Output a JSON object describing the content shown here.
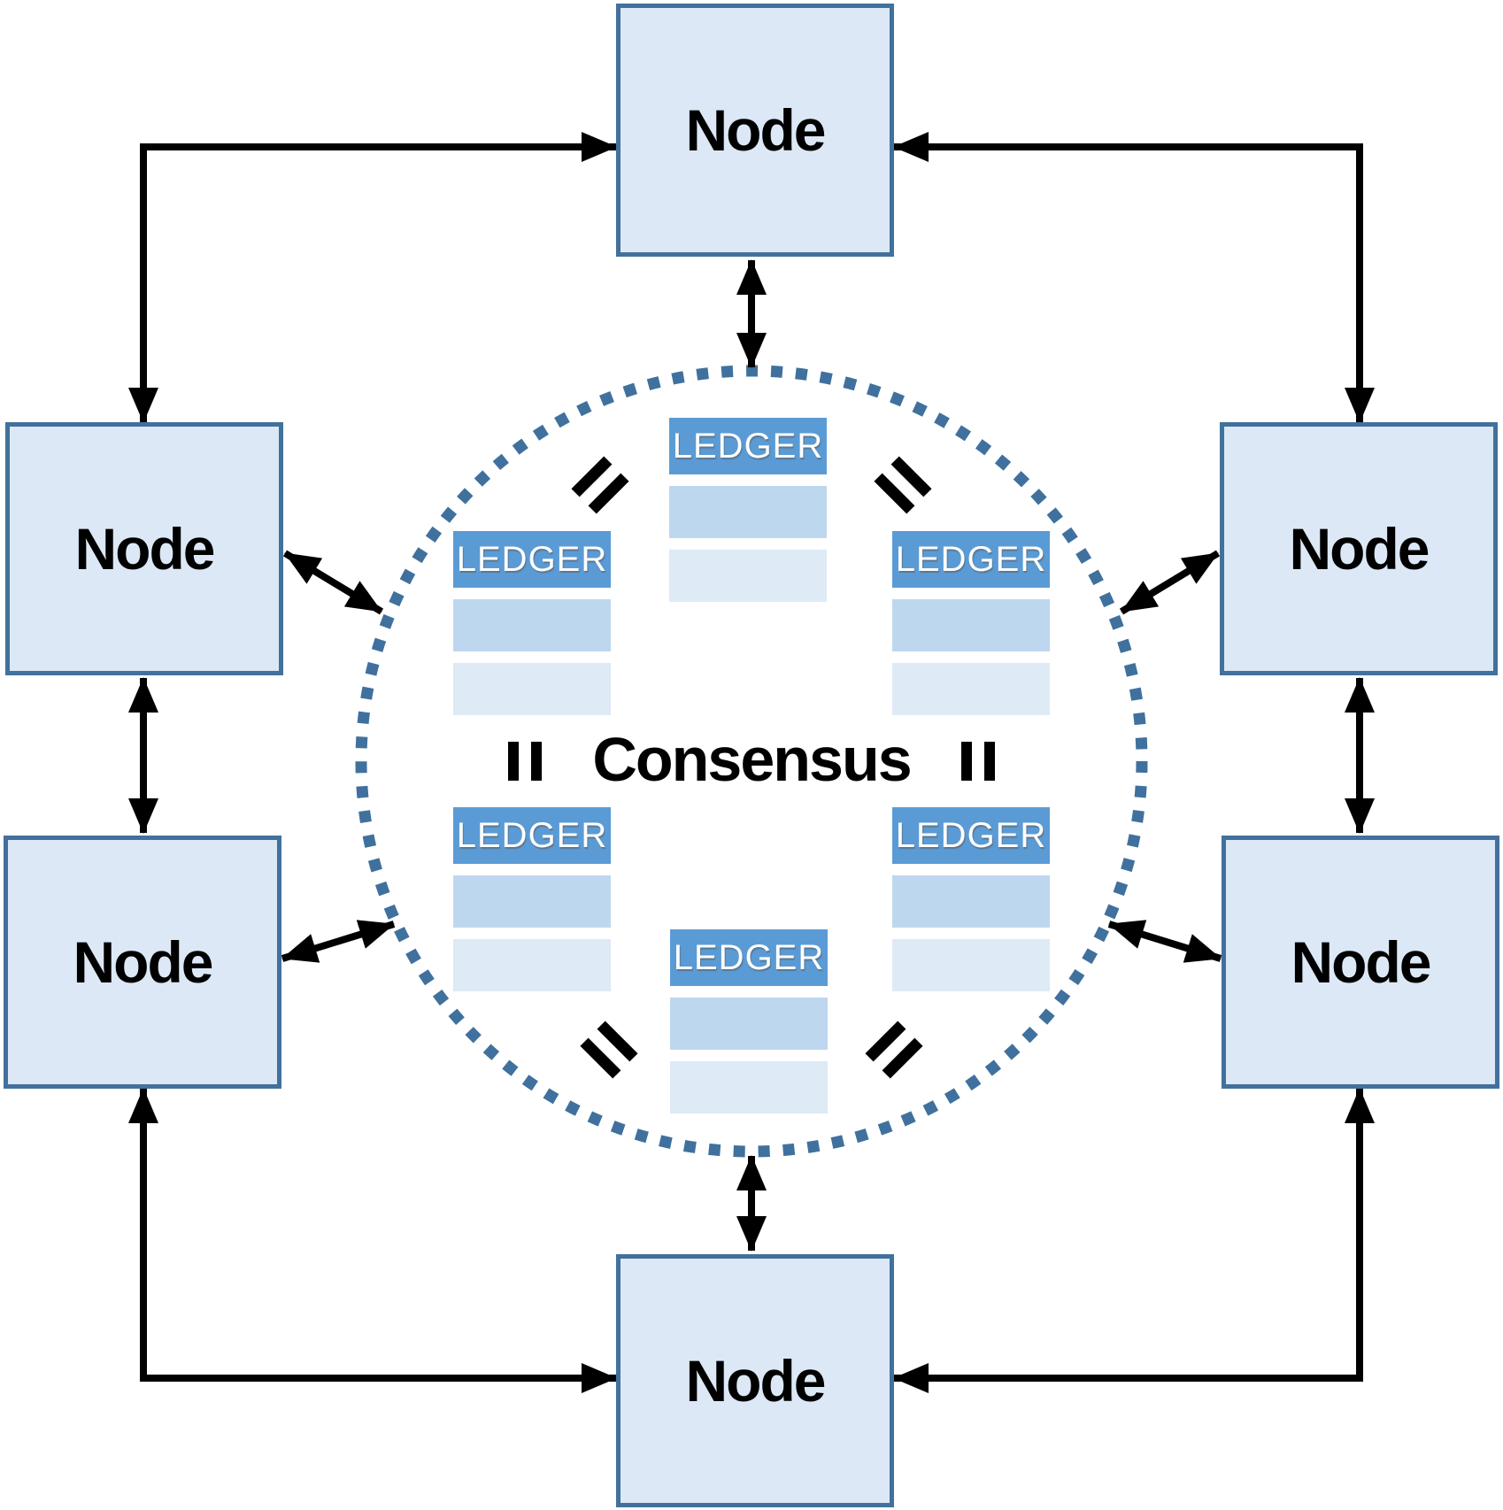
{
  "diagram": {
    "type": "blockchain-consensus-network",
    "background": "#ffffff"
  },
  "nodes": [
    {
      "position": "top",
      "label": "Node"
    },
    {
      "position": "upper-left",
      "label": "Node"
    },
    {
      "position": "upper-right",
      "label": "Node"
    },
    {
      "position": "lower-left",
      "label": "Node"
    },
    {
      "position": "lower-right",
      "label": "Node"
    },
    {
      "position": "bottom",
      "label": "Node"
    }
  ],
  "ledgers": [
    {
      "position": "top",
      "title": "LEDGER",
      "rows": [
        "",
        ""
      ]
    },
    {
      "position": "upper-left",
      "title": "LEDGER",
      "rows": [
        "",
        ""
      ]
    },
    {
      "position": "upper-right",
      "title": "LEDGER",
      "rows": [
        "",
        ""
      ]
    },
    {
      "position": "lower-left",
      "title": "LEDGER",
      "rows": [
        "",
        ""
      ]
    },
    {
      "position": "lower-right",
      "title": "LEDGER",
      "rows": [
        "",
        ""
      ]
    },
    {
      "position": "bottom",
      "title": "LEDGER",
      "rows": [
        "",
        ""
      ]
    }
  ],
  "consensus": {
    "label": "Consensus"
  },
  "icons": {
    "equivalence": "double-bar-equals",
    "connector": "double-headed-arrow",
    "boundary": "dotted-circle"
  },
  "colors": {
    "accent": "#5b9bd5",
    "row_light": "#bdd7ee",
    "row_lighter": "#deeaf6",
    "node_fill": "#dce8f5",
    "node_border": "#41719c",
    "dot_blue": "#40719e",
    "arrow_black": "#000000",
    "label_black": "#000000"
  }
}
